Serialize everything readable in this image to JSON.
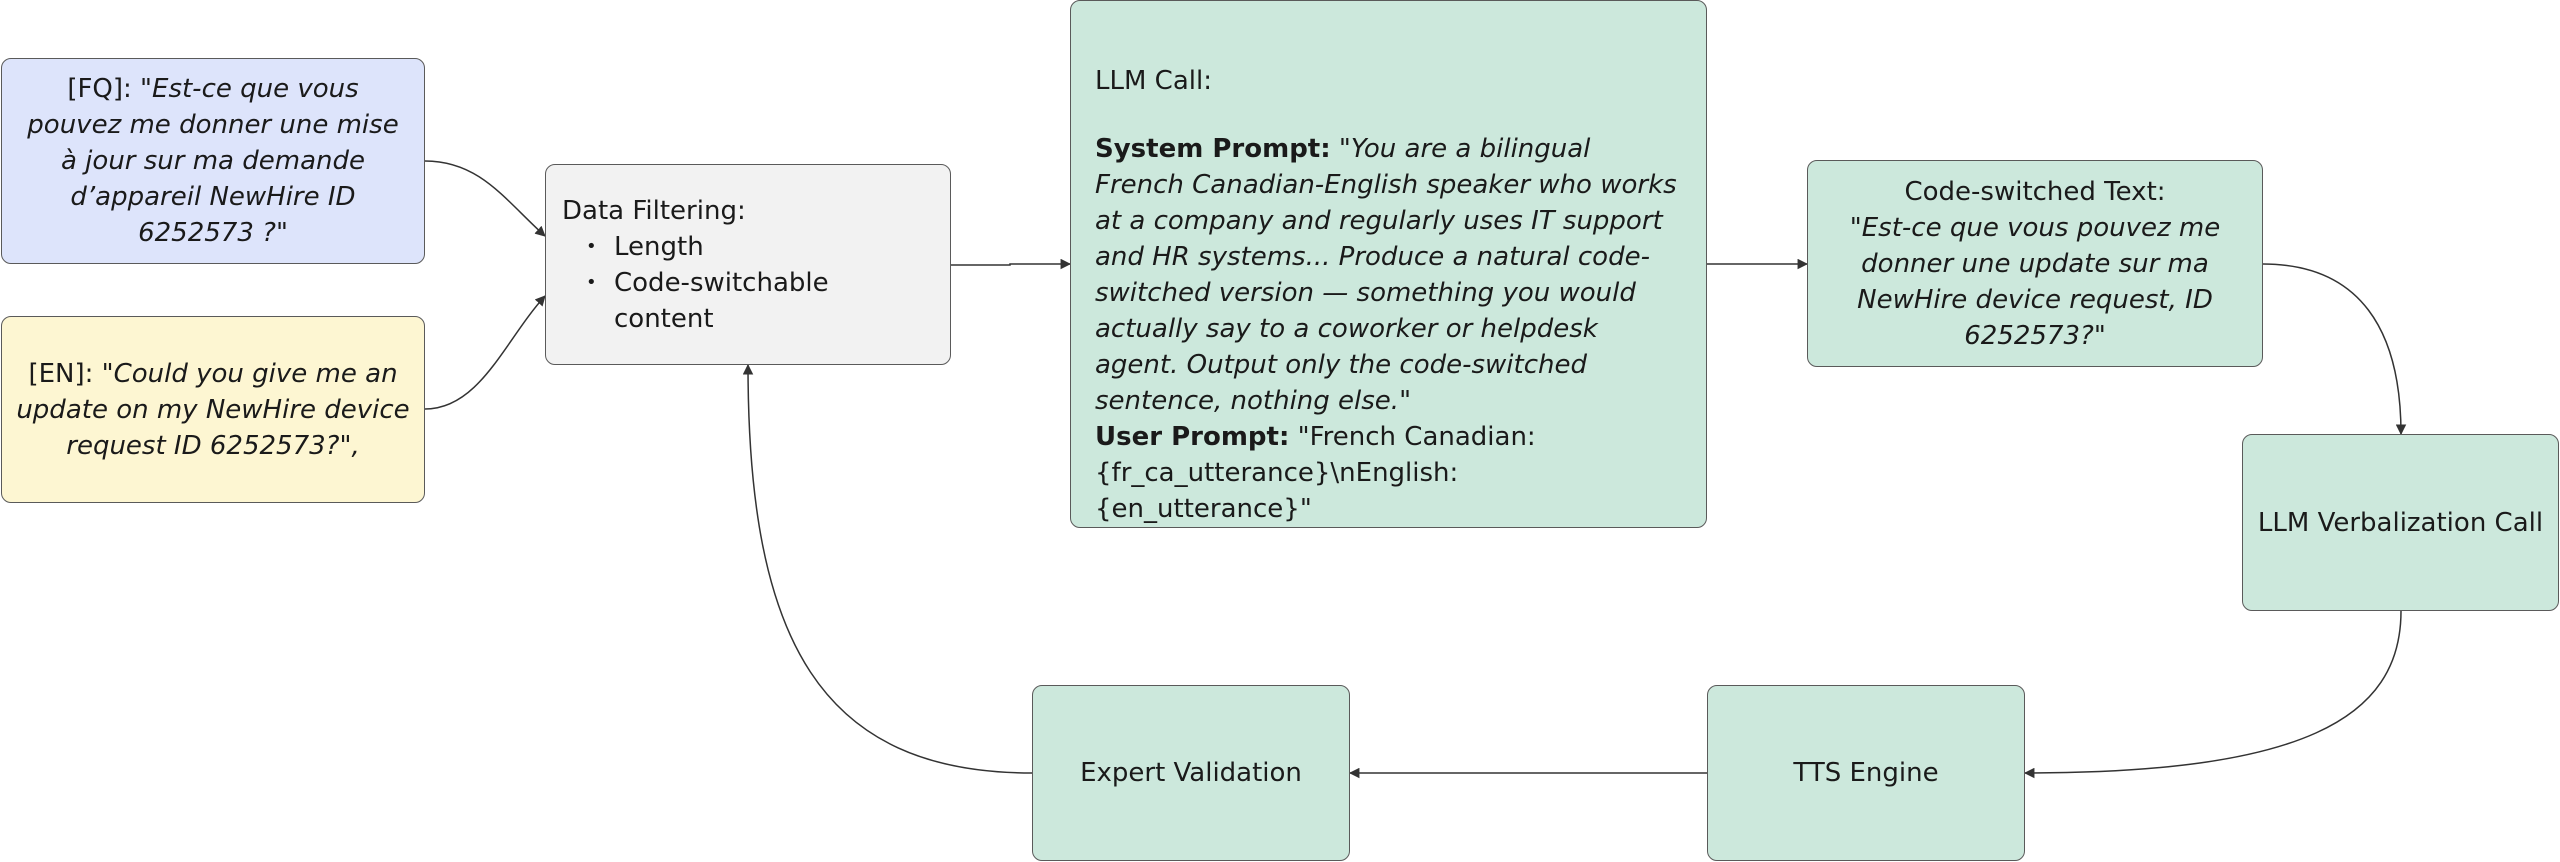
{
  "nodes": {
    "fq": {
      "prefix": "[FQ]: \"",
      "text": "Est-ce que vous pouvez me donner une mise à jour sur ma demande d’appareil NewHire ID 6252573 ?",
      "suffix": "\""
    },
    "en": {
      "prefix": "[EN]: ",
      "text": "\"Could you give me an update on my NewHire device request ID 6252573?\",",
      "suffix": ""
    },
    "filtering": {
      "title": "Data Filtering:",
      "items": [
        "Length",
        "Code-switchable content"
      ]
    },
    "llm_call": {
      "title": "LLM Call:",
      "system_label": "System Prompt:",
      "system_open_quote": " \"",
      "system_text": "You are a bilingual French Canadian-English speaker who works at a company and regularly uses IT support and HR systems... Produce a natural code-switched version — something you would actually say to a coworker or helpdesk agent. Output only the code-switched sentence, nothing else.",
      "system_close_quote": "\"",
      "user_label": "User Prompt:",
      "user_text": " \"French Canadian: {fr_ca_utterance}\\nEnglish: {en_utterance}\""
    },
    "code_switched": {
      "title": "Code-switched Text:",
      "text": "\"Est-ce que vous pouvez me donner une update sur ma NewHire device request, ID 6252573?\""
    },
    "verbalization": {
      "label": "LLM Verbalization Call"
    },
    "tts": {
      "label": "TTS Engine"
    },
    "expert": {
      "label": "Expert Validation"
    }
  },
  "colors": {
    "blue": "#dde4fb",
    "yellow": "#fdf6d2",
    "grey": "#f2f2f2",
    "green": "#cce8dc",
    "border": "#5a5a5a"
  }
}
